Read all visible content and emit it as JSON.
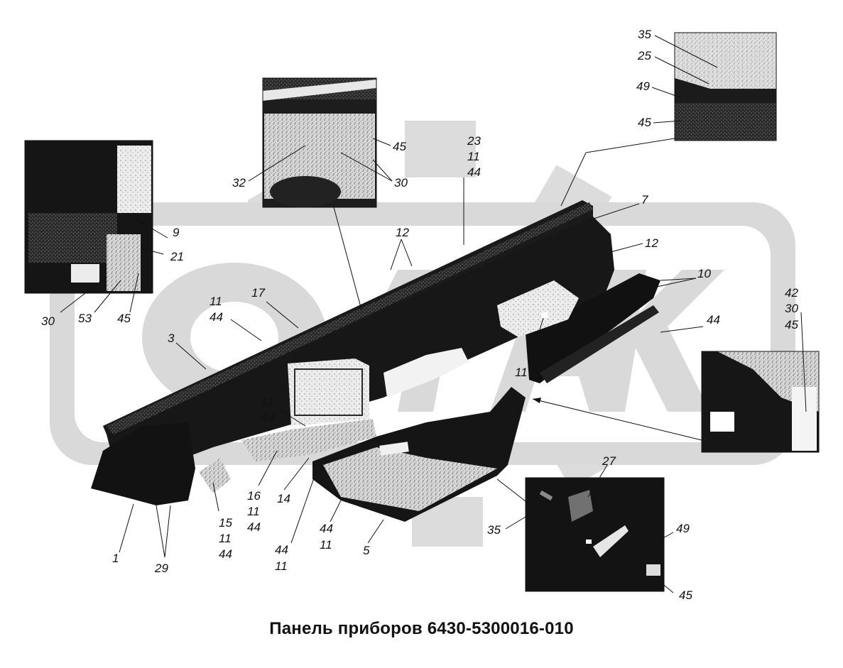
{
  "title": "Панель приборов 6430-5300016-010",
  "colors": {
    "watermark": "#d9d9d9",
    "part_dark": "#161616",
    "part_mid": "#3c3c3c",
    "part_light": "#c8c8c8",
    "photo_dark": "#1a1a1a",
    "photo_light": "#e0e0e0"
  },
  "inset_photos": [
    {
      "name": "top-right-detail"
    },
    {
      "name": "top-center-detail"
    },
    {
      "name": "left-detail"
    },
    {
      "name": "right-detail"
    },
    {
      "name": "bottom-right-detail"
    }
  ],
  "callouts": {
    "tr_35": "35",
    "tr_25": "25",
    "tr_49": "49",
    "tr_45": "45",
    "tc_45": "45",
    "tc_32": "32",
    "tc_30": "30",
    "c_23": "23",
    "c_11a": "11",
    "c_44a": "44",
    "l_9": "9",
    "l_21": "21",
    "l_30": "30",
    "l_53": "53",
    "l_45": "45",
    "m_12a": "12",
    "m_7": "7",
    "m_12b": "12",
    "m_10": "10",
    "m_44r": "44",
    "r_42": "42",
    "r_30": "30",
    "r_45": "45",
    "m_17": "17",
    "m_11b": "11",
    "m_44b": "44",
    "m_3": "3",
    "m_11r": "11",
    "m_11c": "11",
    "m_44c": "44",
    "b_16": "16",
    "b_11a": "11",
    "b_44a": "44",
    "b_14": "14",
    "b_15": "15",
    "b_11b": "11",
    "b_44b": "44",
    "b_44c": "44",
    "b_11c": "11",
    "b_44d": "44",
    "b_11d": "11",
    "b_5": "5",
    "b_1": "1",
    "b_29": "29",
    "b_35": "35",
    "br_27": "27",
    "br_49": "49",
    "br_45": "45"
  }
}
